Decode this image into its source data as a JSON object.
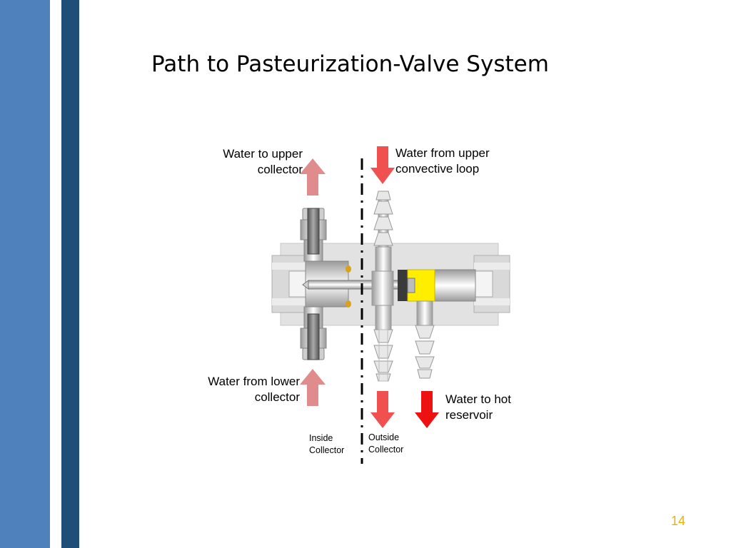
{
  "slide": {
    "title": "Path to Pasteurization-Valve System",
    "page_number": "14"
  },
  "labels": {
    "to_upper_line1": "Water to upper",
    "to_upper_line2": "collector",
    "from_upper_line1": "Water from upper",
    "from_upper_line2": "convective loop",
    "from_lower_line1": "Water from lower",
    "from_lower_line2": "collector",
    "to_hot_line1": "Water to hot",
    "to_hot_line2": "reservoir",
    "inside_line1": "Inside",
    "inside_line2": "Collector",
    "outside_line1": "Outside",
    "outside_line2": "Collector"
  },
  "colors": {
    "bar_light": "#4f81bd",
    "bar_dark": "#1f4e79",
    "arrow_pale": "#e08c8c",
    "arrow_mid": "#f05050",
    "arrow_red": "#ee1111",
    "plug_yellow": "#ffee00",
    "page_number": "#e8b400"
  }
}
